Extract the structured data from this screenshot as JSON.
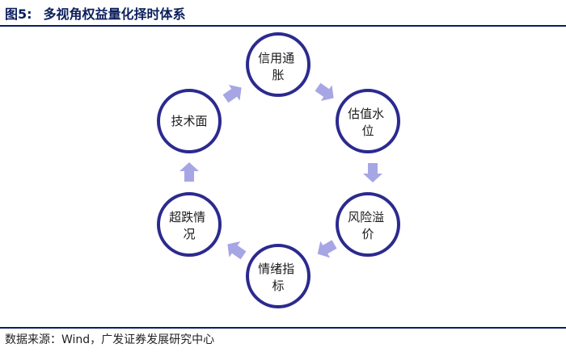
{
  "header": {
    "fig_label": "图5:",
    "title": "多视角权益量化择时体系"
  },
  "source": {
    "text": "数据来源：Wind，广发证券发展研究中心"
  },
  "diagram": {
    "nodes": [
      {
        "lines": [
          "信用通",
          "胀"
        ]
      },
      {
        "lines": [
          "估值水",
          "位"
        ]
      },
      {
        "lines": [
          "风险溢",
          "价"
        ]
      },
      {
        "lines": [
          "情绪指",
          "标"
        ]
      },
      {
        "lines": [
          "超跌情",
          "况"
        ]
      },
      {
        "lines": [
          "技术面"
        ]
      }
    ],
    "colors": {
      "circle_stroke": "#2b2a8f",
      "arrow_fill": "#a7a6e4",
      "rule": "#0b1f5c"
    }
  }
}
